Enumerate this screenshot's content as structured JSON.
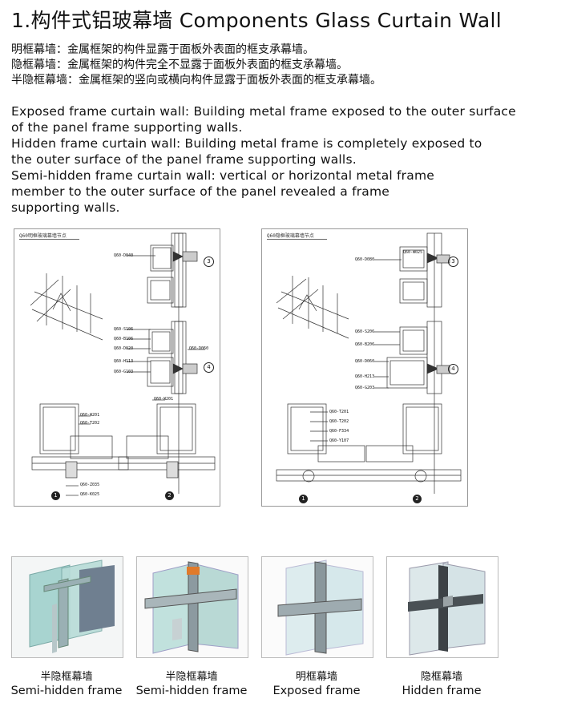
{
  "title": "1.构件式铝玻幕墙 Components Glass Curtain Wall",
  "cn_lines": [
    "明框幕墙：金属框架的构件显露于面板外表面的框支承幕墙。",
    "隐框幕墙：金属框架的构件完全不显露于面板外表面的框支承幕墙。",
    "半隐框幕墙：金属框架的竖向或横向构件显露于面板外表面的框支承幕墙。"
  ],
  "en_lines": [
    "Exposed frame curtain wall: Building metal frame exposed to the outer surface",
    "of the panel frame supporting walls.",
    "Hidden frame curtain wall: Building metal frame is completely exposed to",
    "the outer surface of the panel frame supporting walls.",
    "Semi-hidden frame curtain wall: vertical or horizontal metal frame",
    "member to the outer surface of the panel revealed a frame",
    "supporting walls."
  ],
  "drawings": [
    {
      "title": "Q60明框玻璃幕墙节点",
      "labels": [
        "Q60-D040",
        "Q60-S106",
        "Q60-B106",
        "Q60-D020",
        "Q60-H113",
        "Q60-G103",
        "Q60-D060",
        "Q60-W201",
        "Q60-W201",
        "Q60-T202",
        "Q60-Z035",
        "Q60-K025"
      ],
      "markers": [
        "3",
        "4",
        "1",
        "2"
      ]
    },
    {
      "title": "Q60隐框玻璃幕墙节点",
      "labels": [
        "Q60-D080",
        "Q60-W025",
        "Q60-S206",
        "Q60-B206",
        "Q60-D060",
        "Q60-H213",
        "Q60-G203",
        "Q60-T201",
        "Q60-T202",
        "Q60-F334",
        "Q60-Y107"
      ],
      "markers": [
        "3",
        "4",
        "1",
        "2"
      ]
    }
  ],
  "thumbnails": [
    {
      "cn": "半隐框幕墙",
      "en": "Semi-hidden frame"
    },
    {
      "cn": "半隐框幕墙",
      "en": "Semi-hidden frame"
    },
    {
      "cn": "明框幕墙",
      "en": "Exposed frame"
    },
    {
      "cn": "隐框幕墙",
      "en": "Hidden frame"
    }
  ],
  "colors": {
    "text": "#111111",
    "line": "#333333",
    "glass": "#9ec9c9",
    "frame": "#8e9aa0"
  }
}
